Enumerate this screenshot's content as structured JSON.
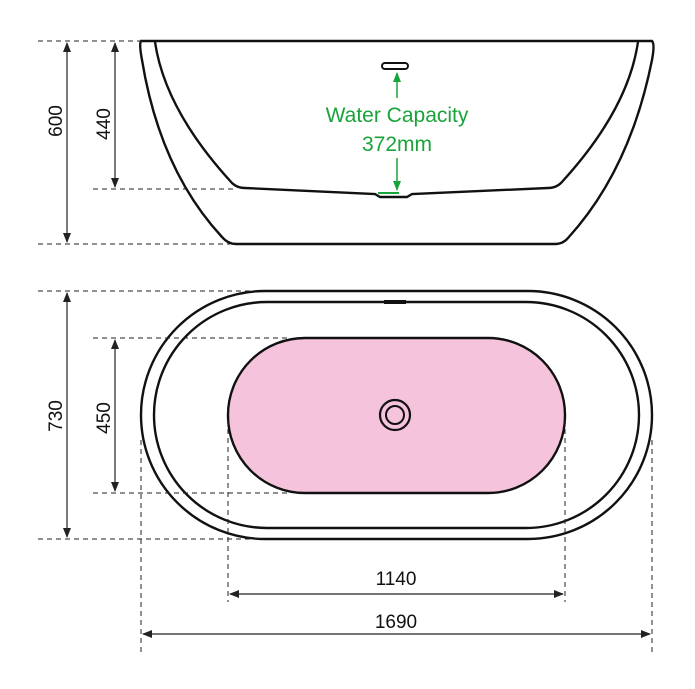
{
  "colors": {
    "outline": "#111111",
    "water": "#1aa33a",
    "basin": "#f6c3dc"
  },
  "side_view": {
    "water_capacity_label": "Water Capacity",
    "water_capacity_value": "372mm",
    "dim_total_height": "600",
    "dim_inner_depth": "440"
  },
  "plan_view": {
    "dim_total_width": "730",
    "dim_basin_width": "450",
    "dim_basin_length": "1140",
    "dim_total_length": "1690"
  }
}
